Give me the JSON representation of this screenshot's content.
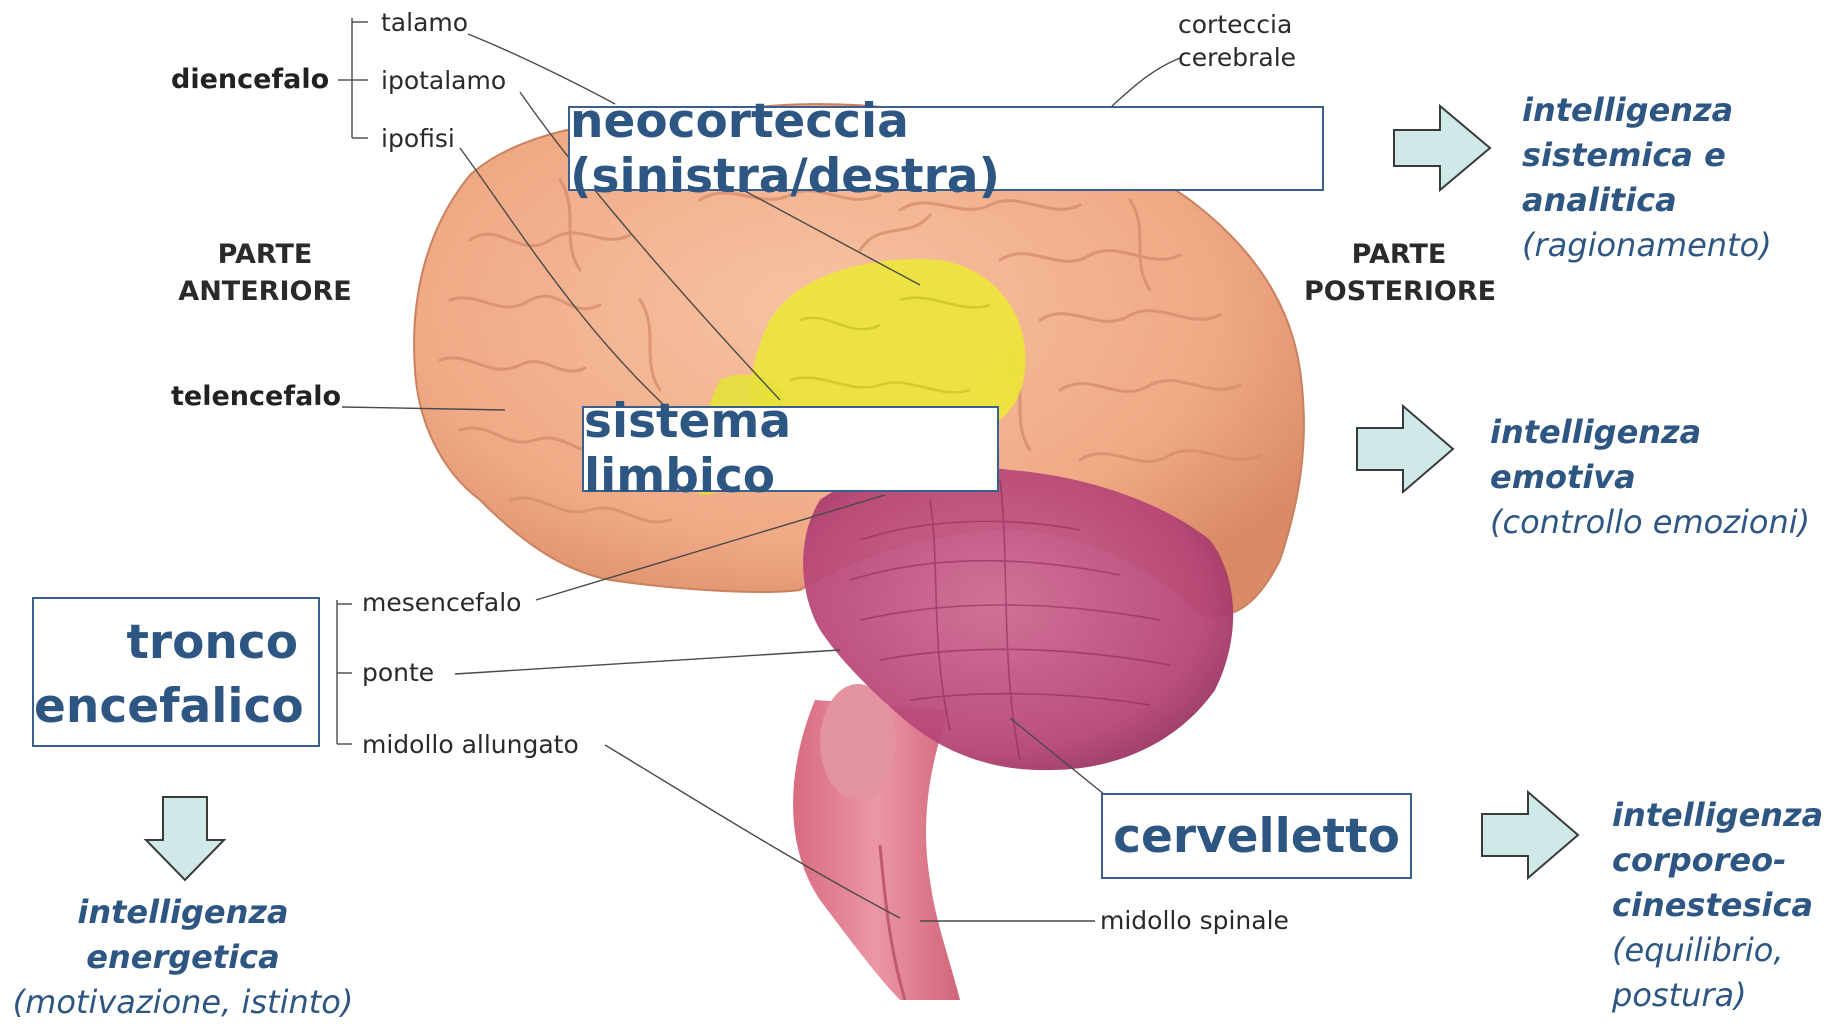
{
  "labels": {
    "talamo": "talamo",
    "ipotalamo": "ipotalamo",
    "ipofisi": "ipofisi",
    "diencefalo": "diencefalo",
    "corteccia_1": "corteccia",
    "corteccia_2": "cerebrale",
    "parte_anteriore_1": "PARTE",
    "parte_anteriore_2": "ANTERIORE",
    "parte_posteriore_1": "PARTE",
    "parte_posteriore_2": "POSTERIORE",
    "telencefalo": "telencefalo",
    "mesencefalo": "mesencefalo",
    "ponte": "ponte",
    "midollo_allungato": "midollo allungato",
    "midollo_spinale": "midollo spinale"
  },
  "boxes": {
    "neocorteccia": "neocorteccia (sinistra/destra)",
    "limbico": "sistema limbico",
    "tronco_1": "tronco",
    "tronco_2": "encefalico",
    "cervelletto": "cervelletto"
  },
  "intelligences": {
    "analitica": {
      "l1": "intelligenza",
      "l2": "sistemica e",
      "l3": "analitica",
      "l4": "(ragionamento)"
    },
    "emotiva": {
      "l1": "intelligenza",
      "l2": "emotiva",
      "l3": "(controllo emozioni)"
    },
    "energetica": {
      "l1": "intelligenza",
      "l2": "energetica",
      "l3": "(motivazione, istinto)"
    },
    "corporeo": {
      "l1": "intelligenza",
      "l2": "corporeo-",
      "l3": "cinestesica",
      "l4": "(equilibrio,",
      "l5": "postura)"
    }
  },
  "colors": {
    "accent": "#2e5683",
    "box_border": "#3a5f8c",
    "arrow_fill": "#cfe8e8",
    "cortex": "#f2b08e",
    "limbic": "#e8e63c",
    "cerebellum": "#bf4f7a",
    "brainstem": "#e07f91"
  }
}
